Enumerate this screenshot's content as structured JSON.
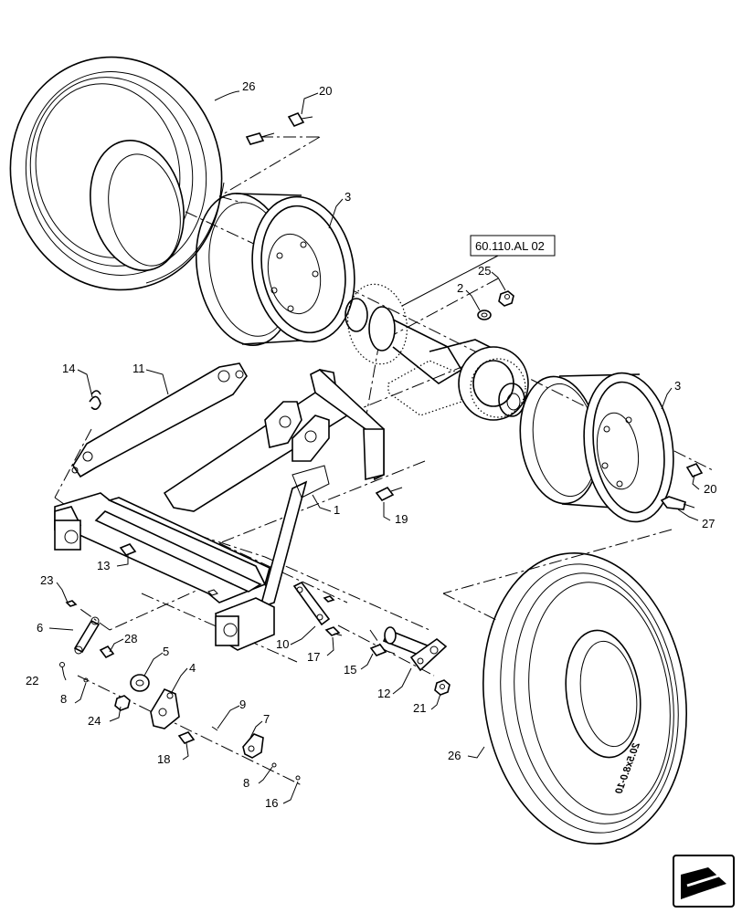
{
  "reference": "60.110.AL 02",
  "tire_size": "20.5x8.0-10",
  "callouts": {
    "c26a": "26",
    "c20a": "20",
    "c3a": "3",
    "c25": "25",
    "c2": "2",
    "c14": "14",
    "c11": "11",
    "c1": "1",
    "c19": "19",
    "c3b": "3",
    "c20b": "20",
    "c27": "27",
    "c13": "13",
    "c23": "23",
    "c6": "6",
    "c28": "28",
    "c5": "5",
    "c4": "4",
    "c22": "22",
    "c8a": "8",
    "c24": "24",
    "c9": "9",
    "c7": "7",
    "c18": "18",
    "c8b": "8",
    "c16": "16",
    "c10": "10",
    "c17": "17",
    "c15": "15",
    "c12": "12",
    "c21": "21",
    "c26b": "26"
  },
  "icons": {
    "nav": "arrow-nav-icon"
  }
}
